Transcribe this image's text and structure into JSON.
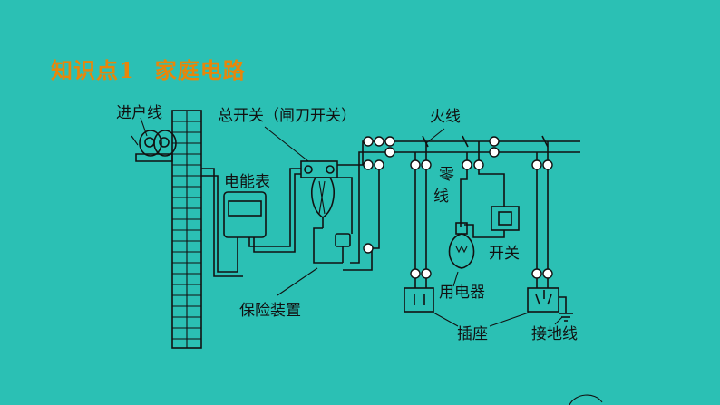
{
  "heading": {
    "section": "知识点1",
    "topic": "家庭电路"
  },
  "labels": {
    "service_line": "进户线",
    "main_switch": "总开关（闸刀开关）",
    "live_wire": "火线",
    "energy_meter": "电能表",
    "neutral_wire_top": "零",
    "neutral_wire_bottom": "线",
    "fuse_device": "保险装置",
    "switch": "开关",
    "appliance": "用电器",
    "socket": "插座",
    "ground_wire": "接地线"
  },
  "colors": {
    "background": "#2bc0b4",
    "heading": "#e8860a",
    "line": "#111111"
  }
}
